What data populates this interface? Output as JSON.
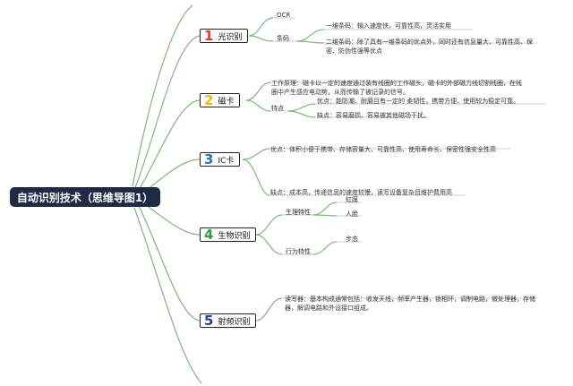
{
  "root": {
    "title": "自动识别技术（思维导图1）"
  },
  "colors": {
    "root_bg": "#1f2a44",
    "line": "#7fb77e",
    "num1": "#e23a2e",
    "num2": "#f2b705",
    "num3": "#2f6fa7",
    "num4": "#3a9a3a",
    "num5": "#2c3f8f"
  },
  "branches": [
    {
      "num": "1",
      "label": "光识别",
      "children": [
        {
          "label": "OCR"
        },
        {
          "label": "条码",
          "children": [
            {
              "label": "一维条码：输入速度快，可靠性高，灵活实用"
            },
            {
              "label": "二维条码：除了具有一维条码的优点外，同时还有信息量大、可靠性高、保密、防伪性强等优点"
            }
          ]
        }
      ]
    },
    {
      "num": "2",
      "label": "磁卡",
      "children": [
        {
          "label": "工作原理：磁卡以一定的速度通过装有线圈的工作磁头，磁卡的外部磁力线切割线圈，在线圈中产生感应电动势，从而传输了被记录的信号。"
        },
        {
          "label": "特点",
          "children": [
            {
              "label": "优点：能防潮、耐磨且有一定的 柔韧性，携带方便、使用较为稳定可靠。"
            },
            {
              "label": "缺点：容易磨损、容易被其他磁场干扰。"
            }
          ]
        }
      ]
    },
    {
      "num": "3",
      "label": "IC卡",
      "children": [
        {
          "label": "优点：体积小便于携带、存储容量大、可靠性高、使用寿命长、保密性强安全性高"
        },
        {
          "label": "缺点：成本高，传递信息的速度较慢，读写设备复杂且维护费用高"
        }
      ]
    },
    {
      "num": "4",
      "label": "生物识别",
      "children": [
        {
          "label": "生理特性",
          "children": [
            {
              "label": "虹膜"
            },
            {
              "label": "人脸"
            }
          ]
        },
        {
          "label": "行为特性",
          "children": [
            {
              "label": "步态"
            }
          ]
        }
      ]
    },
    {
      "num": "5",
      "label": "射频识别",
      "children": [
        {
          "label": "读写器：基本构成通常包括：收发天线，频率产生器，锁相环，调制电路，微处理器，存储器，解调电路和外设接口组成。"
        }
      ]
    }
  ]
}
